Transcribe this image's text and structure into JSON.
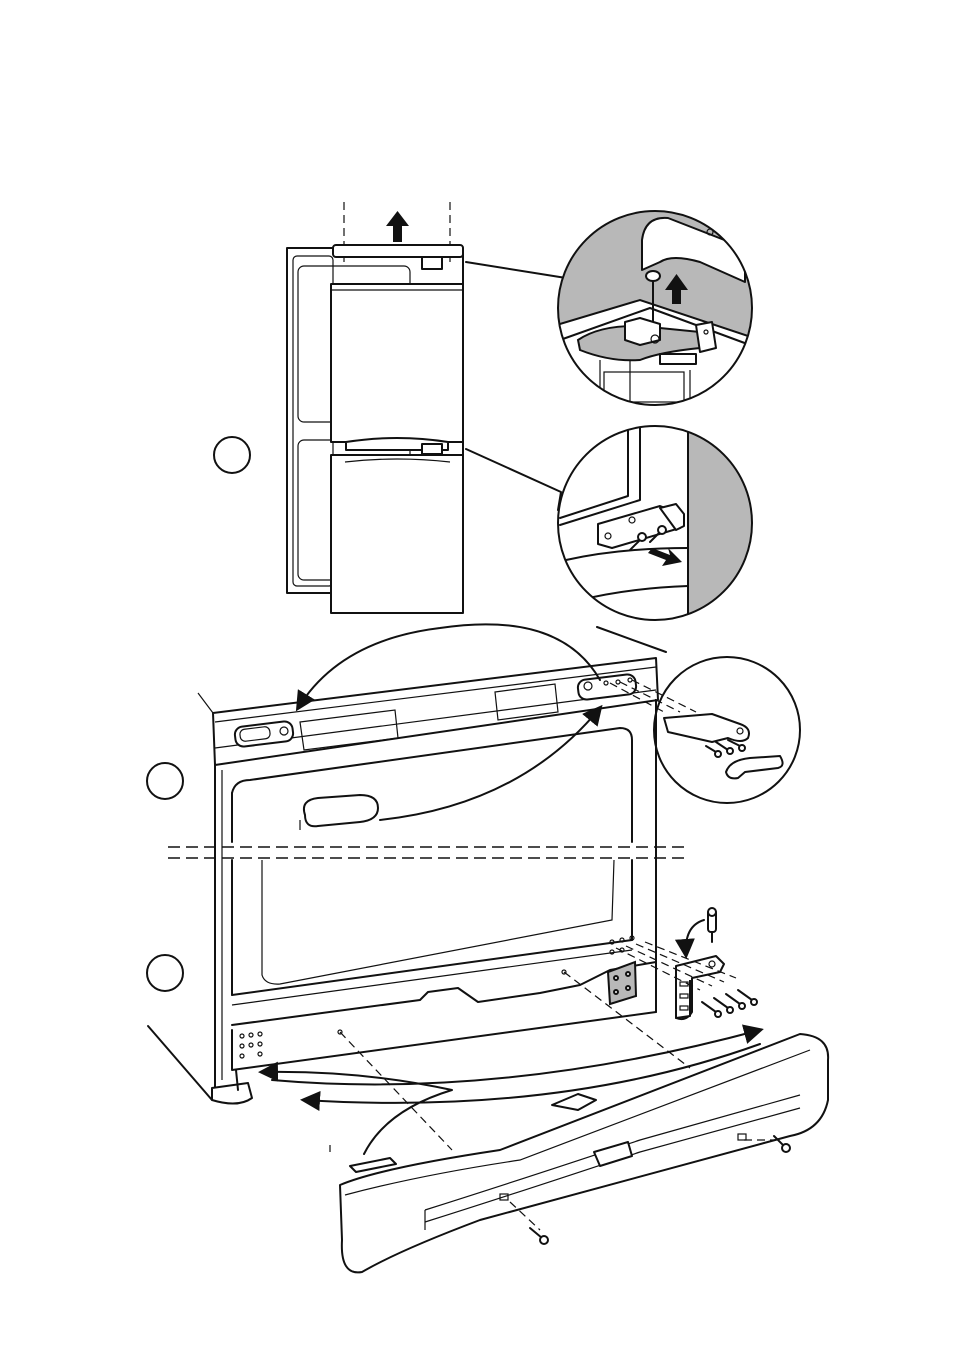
{
  "diagram": {
    "steps": [
      {
        "id": "step-1",
        "label": ""
      },
      {
        "id": "step-2",
        "label": ""
      },
      {
        "id": "step-3",
        "label": ""
      }
    ],
    "colors": {
      "line": "#111111",
      "shade": "#b8b8b8",
      "background": "#ffffff"
    }
  }
}
